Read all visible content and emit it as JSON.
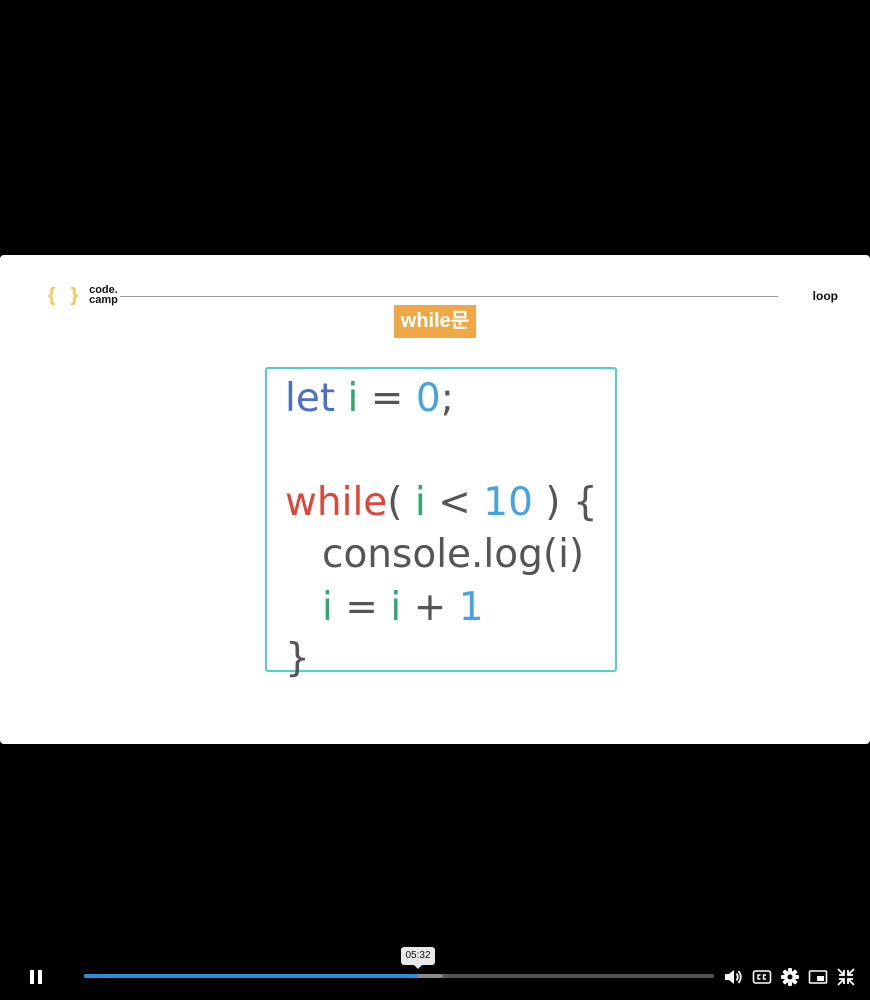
{
  "slide": {
    "logo_line1": "code.",
    "logo_line2": "camp",
    "logo_braces": "{ }",
    "topic": "loop",
    "badge": "while문"
  },
  "code": {
    "line1": {
      "kw": "let",
      "var": "i",
      "op": "=",
      "num": "0",
      "end": ";"
    },
    "line3": {
      "kw": "while",
      "open": "(",
      "var": "i",
      "op": "<",
      "num": "10",
      "close": ")",
      "brace": "{"
    },
    "line4": "console.log(i)",
    "line5": {
      "var1": "i",
      "op": "=",
      "var2": "i",
      "plus": "+",
      "num": "1"
    },
    "line6": "}"
  },
  "player": {
    "hover_time": "05:32",
    "progress_played": 0.53,
    "progress_buffered": 0.57,
    "colors": {
      "accent": "#2a8fd6",
      "badge": "#f0a847",
      "box_border": "#4ecfc9"
    },
    "icons": [
      "pause-icon",
      "volume-icon",
      "captions-icon",
      "settings-icon",
      "pip-icon",
      "exit-fullscreen-icon"
    ]
  }
}
